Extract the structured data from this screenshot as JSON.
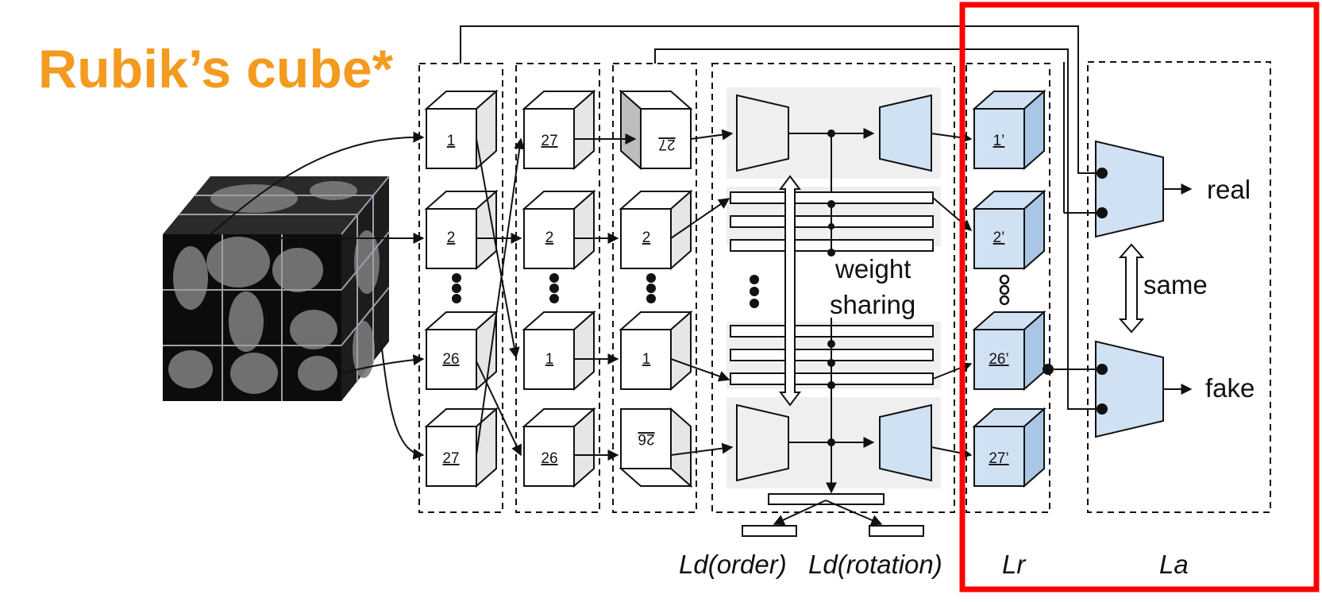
{
  "title": "Rubik’s cube*",
  "colors": {
    "title": "#f39a1f",
    "highlight": "#ff0000",
    "output_cube": "#cfe1f3",
    "network": "#cfe1f3",
    "gray_panel": "#efefef"
  },
  "columns": {
    "original": [
      "1",
      "2",
      "26",
      "27"
    ],
    "reordered": [
      "27",
      "2",
      "1",
      "26"
    ],
    "rotated": [
      "27",
      "2",
      "1",
      "26"
    ],
    "reconstructed": [
      "1’",
      "2’",
      "26’",
      "27’"
    ]
  },
  "labels": {
    "weight": "weight",
    "sharing": "sharing",
    "real": "real",
    "fake": "fake",
    "same": "same"
  },
  "losses": {
    "order": "Ld(order)",
    "rotation": "Ld(rotation)",
    "recon": "Lr",
    "adv": "La"
  }
}
